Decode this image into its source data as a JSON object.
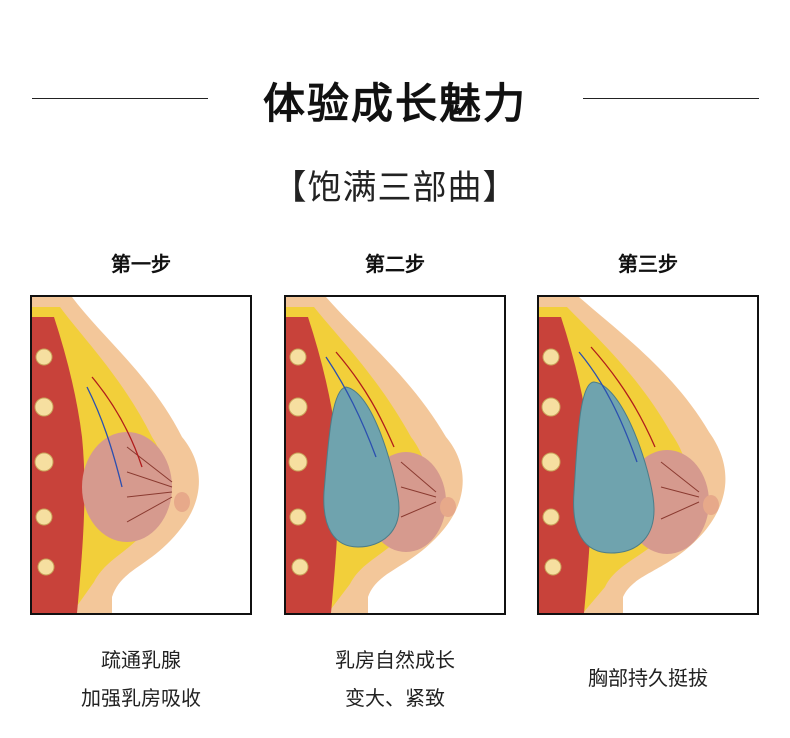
{
  "header": {
    "title": "体验成长魅力",
    "subtitle": "【饱满三部曲】"
  },
  "steps": [
    {
      "label": "第一步",
      "caption_lines": [
        "疏通乳腺",
        "加强乳房吸收"
      ]
    },
    {
      "label": "第二步",
      "caption_lines": [
        "乳房自然成长",
        "变大、紧致"
      ]
    },
    {
      "label": "第三步",
      "caption_lines": [
        "胸部持久挺拔"
      ]
    }
  ],
  "colors": {
    "skin": "#f3c79a",
    "fat": "#f2cf3a",
    "muscle": "#c8423a",
    "tissue": "#d69a8e",
    "implant": "#6fa3ae"
  }
}
